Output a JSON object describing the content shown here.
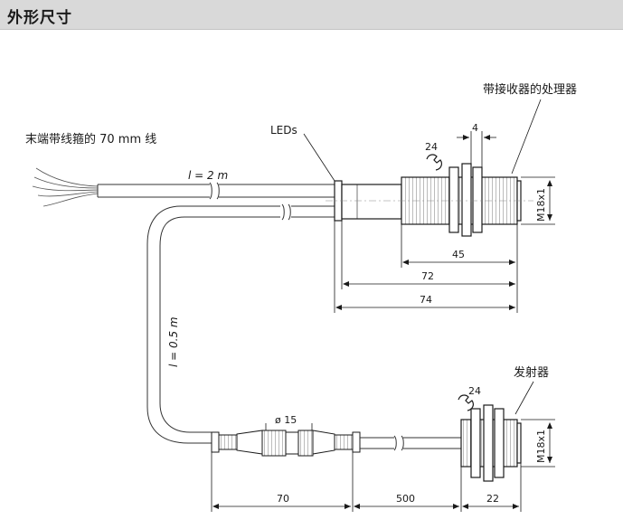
{
  "header": {
    "title": "外形尺寸"
  },
  "diagram": {
    "receiver_label": "带接收器的处理器",
    "emitter_label": "发射器",
    "cable_note": "末端带线箍的 70 mm 线",
    "leds_label": "LEDs",
    "wrench_receiver": "24",
    "wrench_emitter": "24",
    "cable_length_main": "l = 2 m",
    "cable_length_link": "l = 0.5 m",
    "thread_receiver": "M18x1",
    "thread_emitter": "M18x1",
    "connector_diameter": "ø 15",
    "dims": {
      "d4": "4",
      "d45": "45",
      "d72": "72",
      "d74": "74",
      "d70": "70",
      "d500": "500",
      "d22": "22"
    }
  }
}
